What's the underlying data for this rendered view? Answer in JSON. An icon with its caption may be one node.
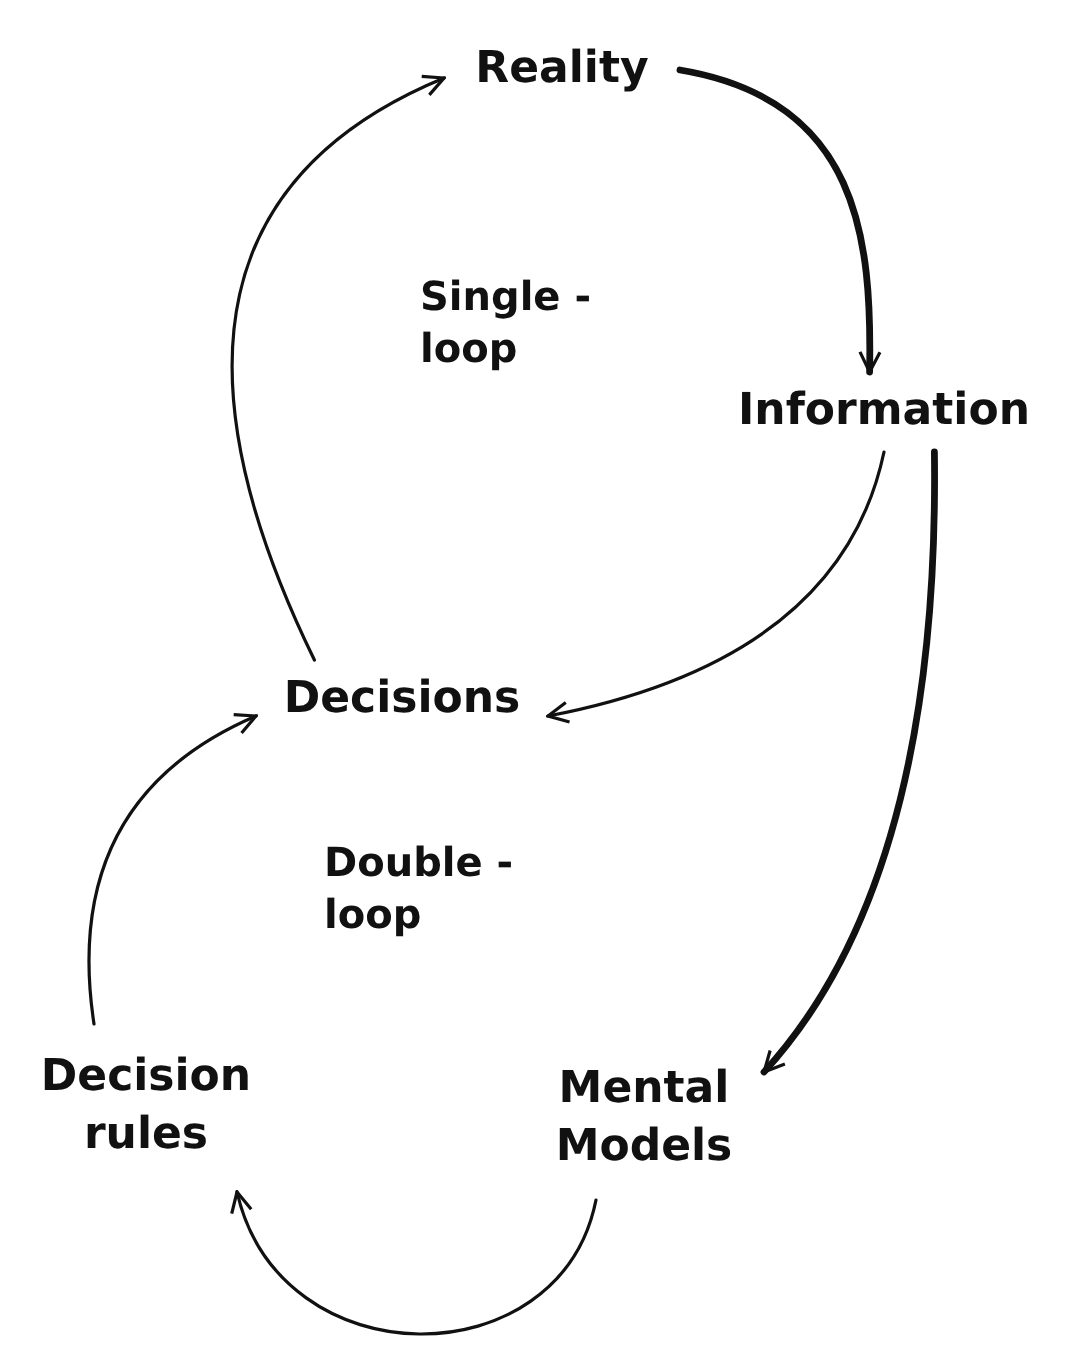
{
  "diagram": {
    "nodes": [
      {
        "text": [
          "Reality"
        ]
      },
      {
        "text": [
          "Information"
        ]
      },
      {
        "text": [
          "Decisions"
        ]
      },
      {
        "text": [
          "Mental Models"
        ]
      },
      {
        "text": [
          "Decision rules"
        ]
      }
    ],
    "edges": [
      {
        "from": 0,
        "to": 1,
        "arrow": "to",
        "style": "thick"
      },
      {
        "from": 1,
        "to": 2,
        "arrow": "to"
      },
      {
        "from": 1,
        "to": 3,
        "arrow": "to",
        "style": "thick"
      },
      {
        "from": 3,
        "to": 4,
        "arrow": "to"
      },
      {
        "from": 4,
        "to": 2,
        "arrow": "to"
      },
      {
        "from": 2,
        "to": 0,
        "arrow": "to"
      }
    ],
    "labels": [
      "Single -loop",
      "Double -loop"
    ]
  }
}
